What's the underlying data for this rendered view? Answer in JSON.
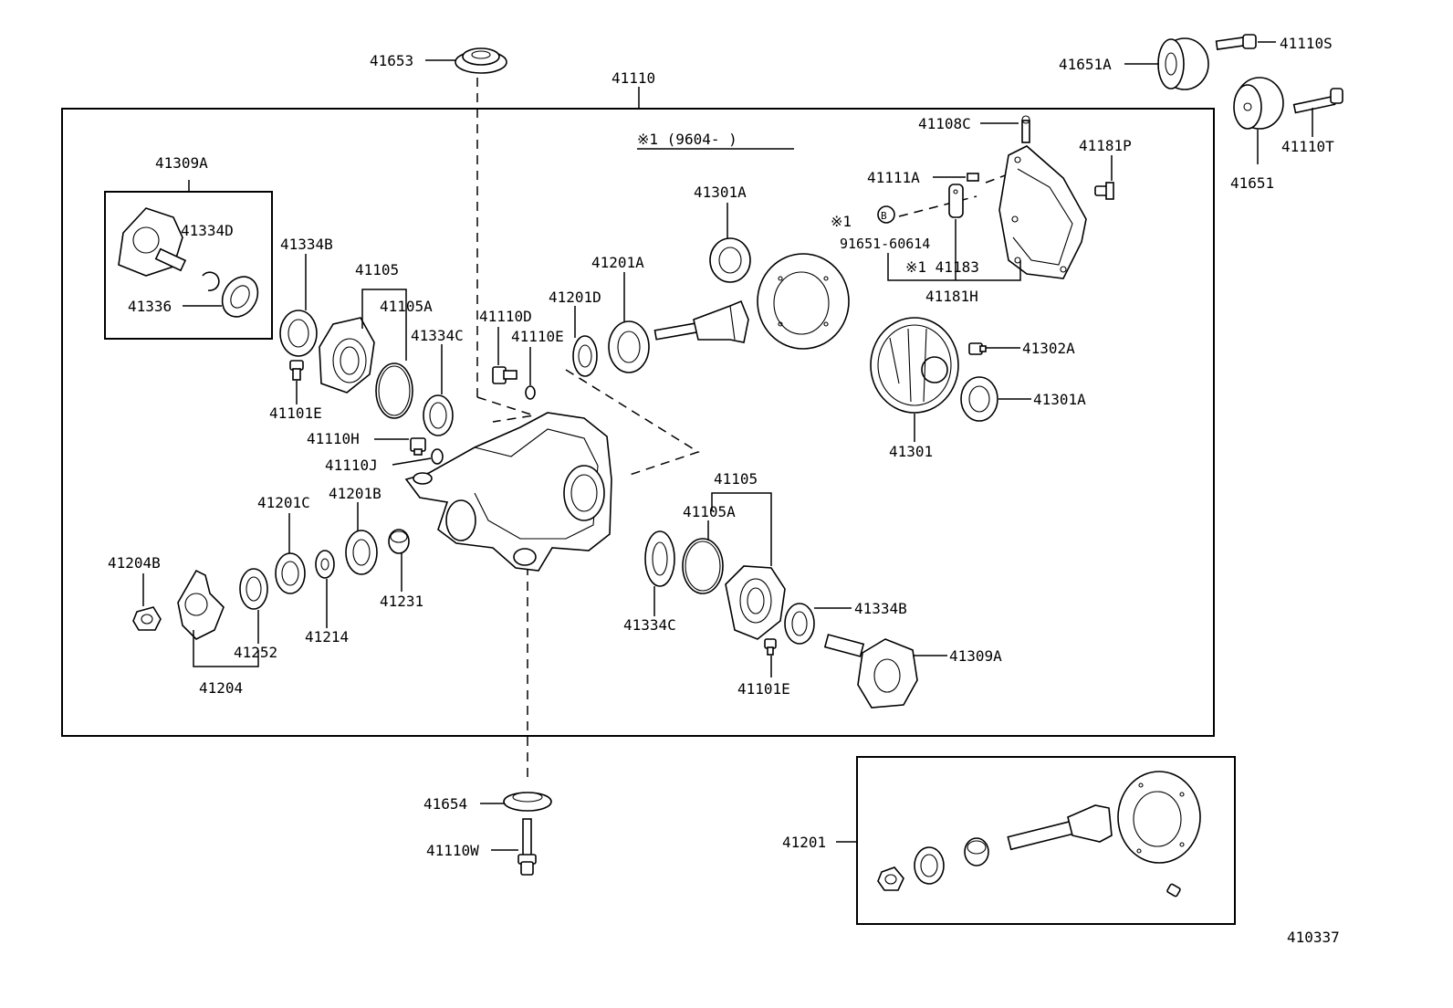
{
  "diagram": {
    "figure_number": "410337",
    "note": "※1 (9604-    )",
    "main_assembly_label": "41110",
    "labels": {
      "p41653": "41653",
      "p41110": "41110",
      "p41651A": "41651A",
      "p41110S": "41110S",
      "p41110T": "41110T",
      "p41651": "41651",
      "p41108C": "41108C",
      "p41181P": "41181P",
      "p41111A": "41111A",
      "mark1": "※1",
      "p91651": "91651-60614",
      "p41183": "※1 41183",
      "p41181H": "41181H",
      "p41309A_top": "41309A",
      "p41334D": "41334D",
      "p41336": "41336",
      "p41334B_l": "41334B",
      "p41105_l": "41105",
      "p41105A_l": "41105A",
      "p41334C_l": "41334C",
      "p41101E_l": "41101E",
      "p41110D": "41110D",
      "p41110E": "41110E",
      "p41201D": "41201D",
      "p41201A": "41201A",
      "p41301A_top": "41301A",
      "p41302A": "41302A",
      "p41301A_r": "41301A",
      "p41301": "41301",
      "p41110H": "41110H",
      "p41110J": "41110J",
      "p41201C": "41201C",
      "p41201B": "41201B",
      "p41204B": "41204B",
      "p41231": "41231",
      "p41214": "41214",
      "p41252": "41252",
      "p41204": "41204",
      "p41105_r": "41105",
      "p41105A_r": "41105A",
      "p41334C_r": "41334C",
      "p41334B_r": "41334B",
      "p41309A_r": "41309A",
      "p41101E_r": "41101E",
      "p41654": "41654",
      "p41110W": "41110W",
      "p41201": "41201"
    }
  }
}
